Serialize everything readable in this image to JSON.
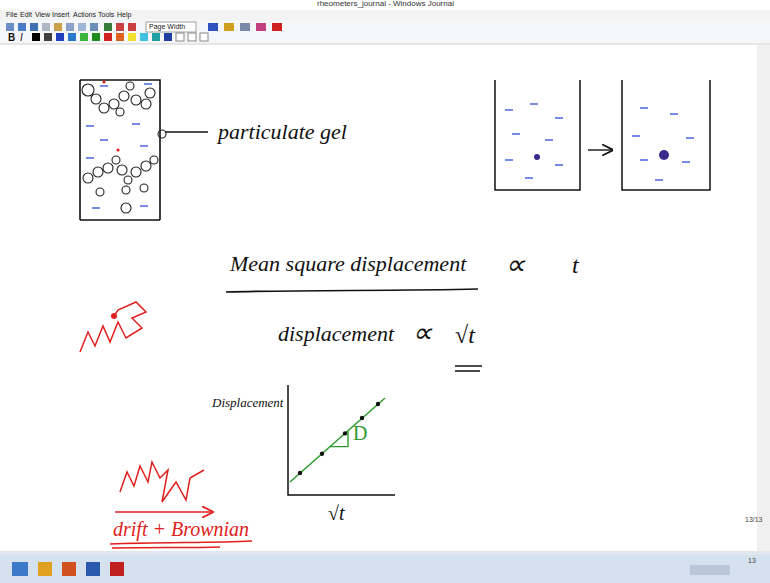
{
  "diagram": {
    "labels": [
      "rheometers_journal - Windows Journal",
      "File",
      "Edit",
      "View",
      "Insert",
      "Actions",
      "Tools",
      "Help",
      "Page Width",
      "B",
      "I",
      "particulate gel",
      "Mean square displacement",
      "∝",
      "t",
      "displacement",
      "∝",
      "√t",
      "Displacement",
      "D",
      "√t",
      "drift + Brownian",
      "13/13",
      "13"
    ]
  }
}
